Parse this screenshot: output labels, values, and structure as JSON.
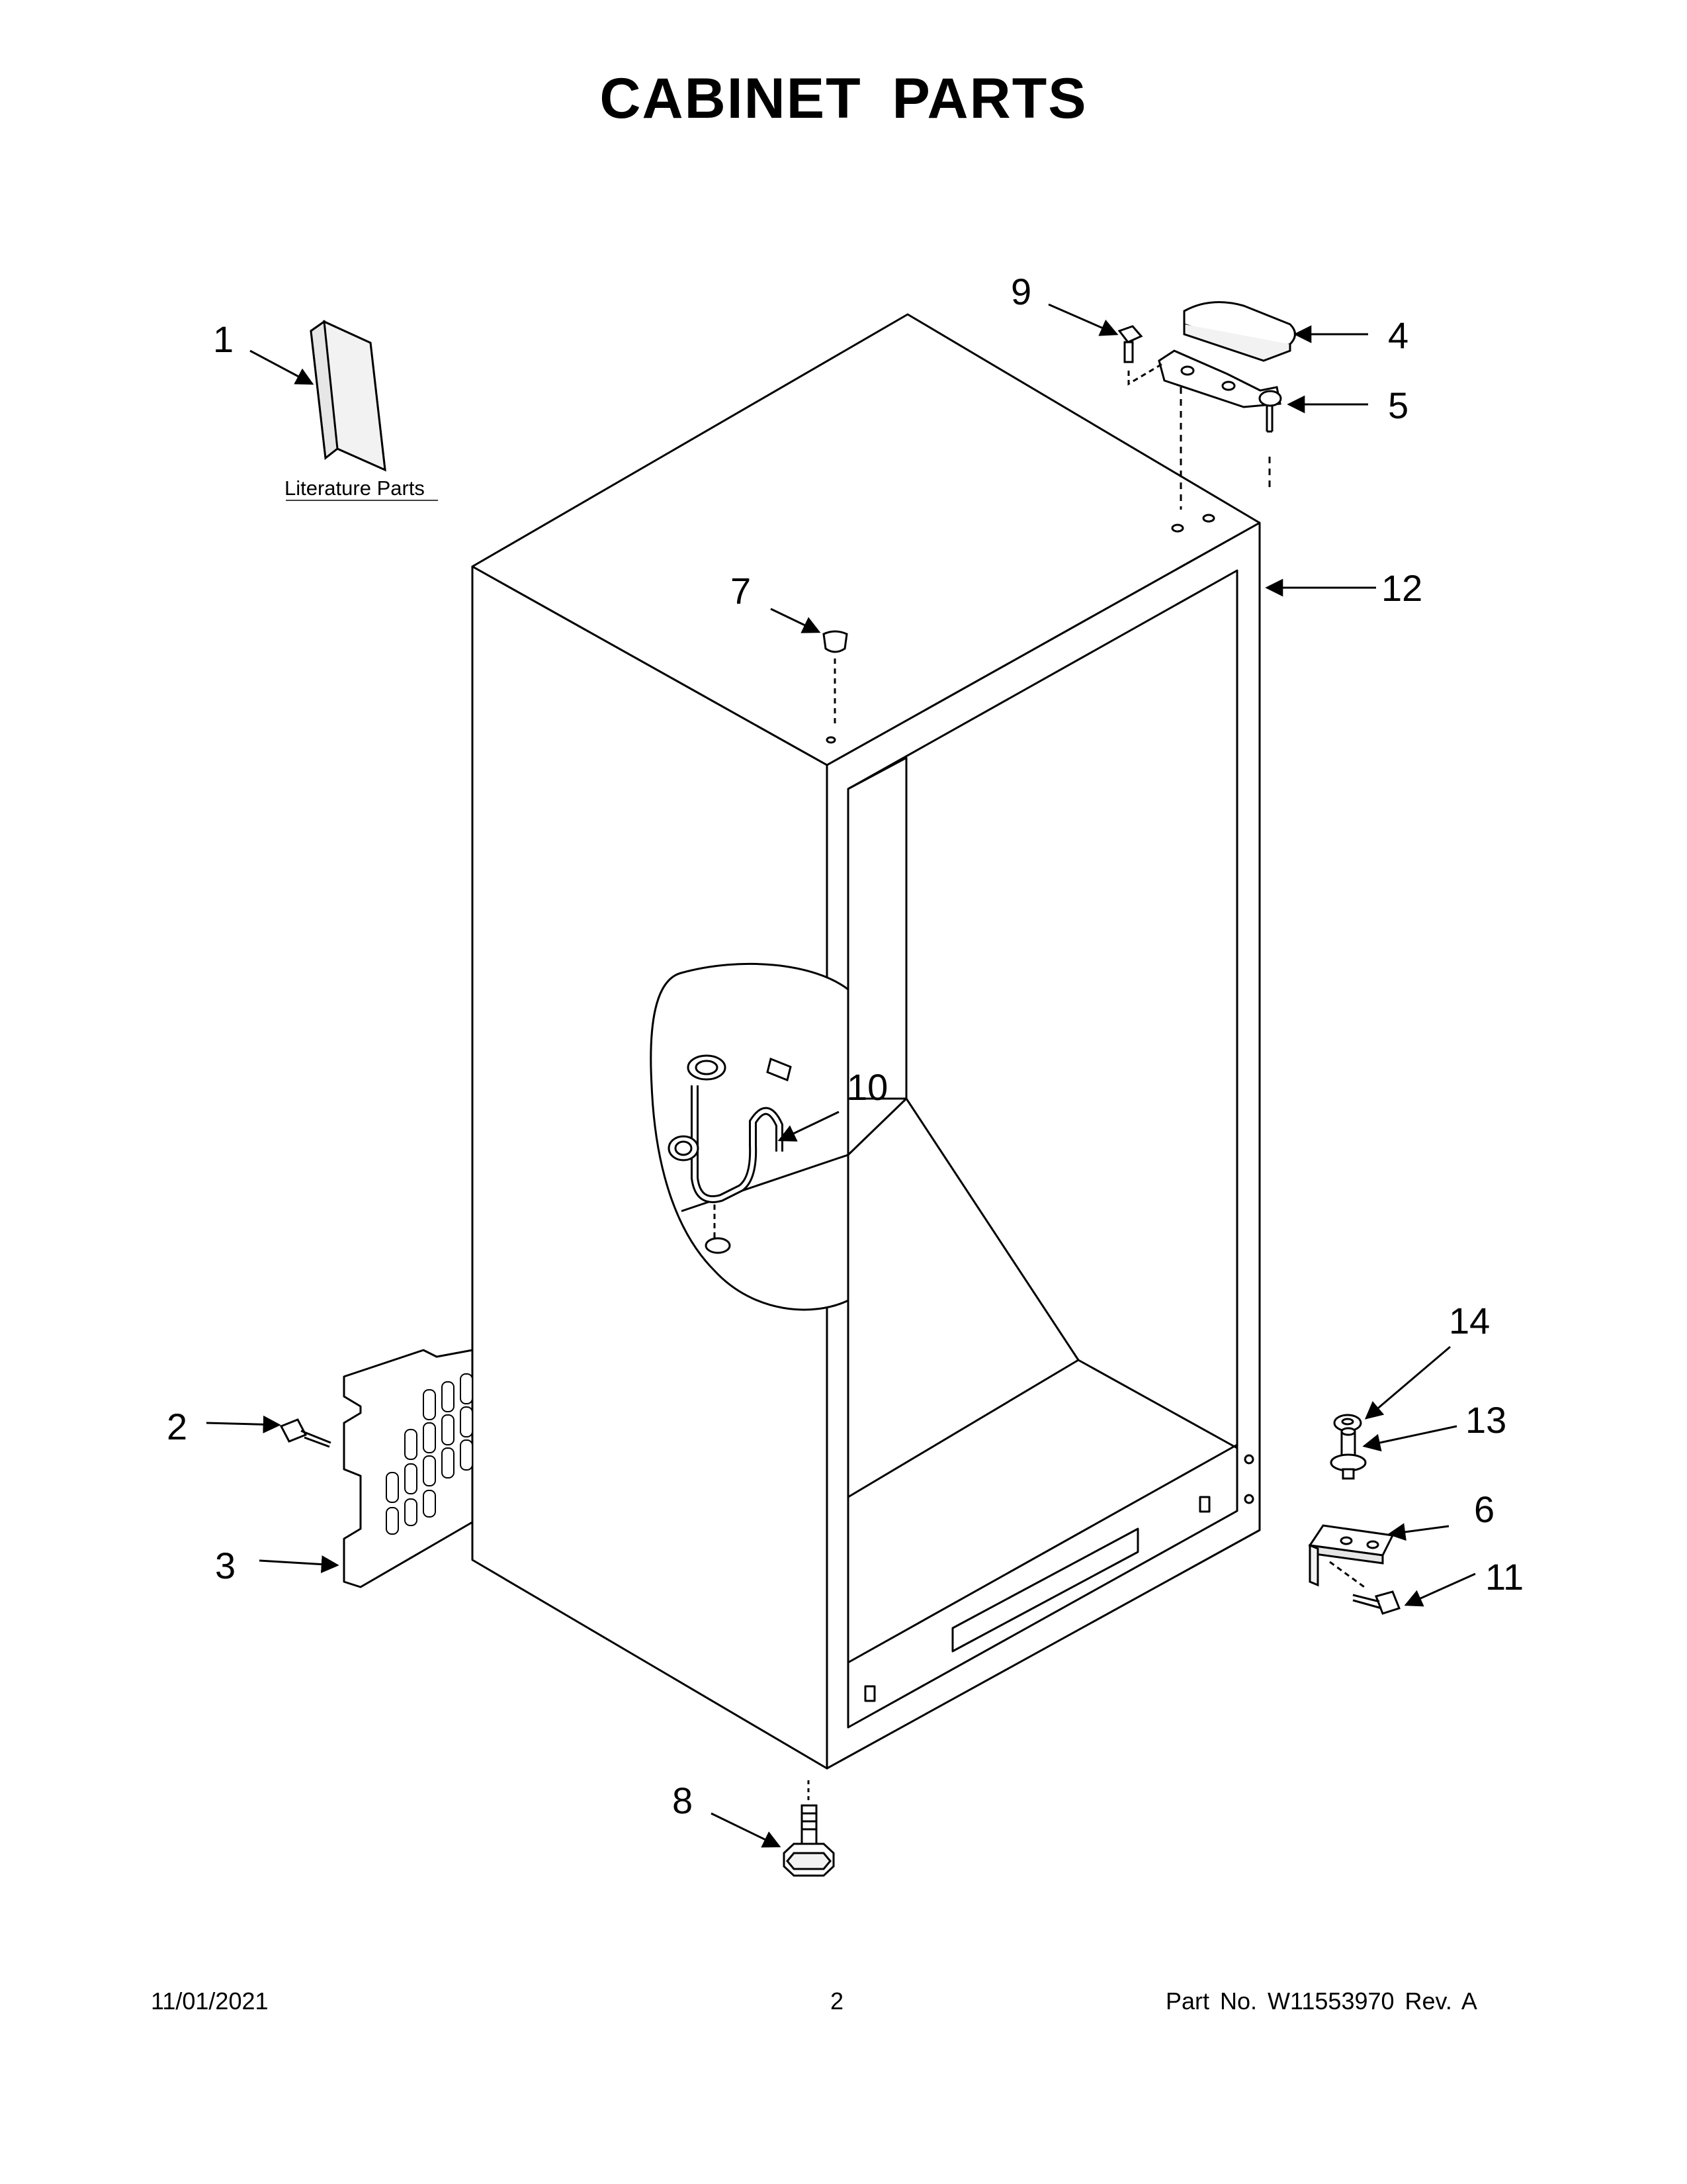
{
  "title": "CABINET PARTS",
  "literature_label": "Literature Parts",
  "callouts": [
    "1",
    "2",
    "3",
    "4",
    "5",
    "6",
    "7",
    "8",
    "9",
    "10",
    "11",
    "12",
    "13",
    "14"
  ],
  "footer": {
    "date": "11/01/2021",
    "page": "2",
    "part_number": "Part No.  W11553970  Rev.  A"
  }
}
